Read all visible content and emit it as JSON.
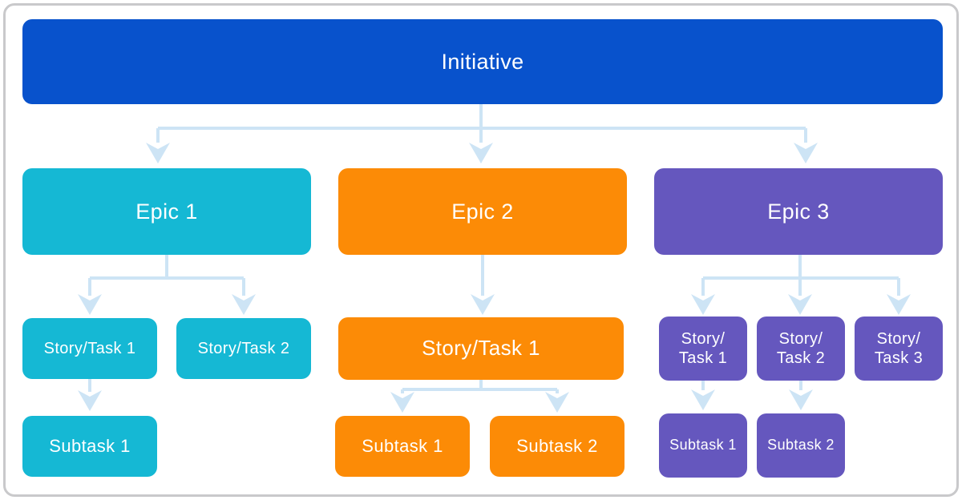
{
  "title": "Work item hierarchy diagram",
  "colors": {
    "initiative": "#0852cc",
    "epic1_branch": "#15b8d4",
    "epic2_branch": "#fc8b06",
    "epic3_branch": "#6557be",
    "connector": "#cde4f5",
    "frame_border": "#c9c9cb",
    "text": "#ffffff",
    "background": "#ffffff"
  },
  "nodes": {
    "initiative": "Initiative",
    "epic1": "Epic 1",
    "epic2": "Epic 2",
    "epic3": "Epic 3",
    "e1_story1": "Story/Task 1",
    "e1_story2": "Story/Task 2",
    "e1_subtask1": "Subtask 1",
    "e2_story1": "Story/Task 1",
    "e2_subtask1": "Subtask 1",
    "e2_subtask2": "Subtask 2",
    "e3_story1": "Story/\nTask 1",
    "e3_story2": "Story/\nTask 2",
    "e3_story3": "Story/\nTask 3",
    "e3_subtask1": "Subtask 1",
    "e3_subtask2": "Subtask 2"
  }
}
